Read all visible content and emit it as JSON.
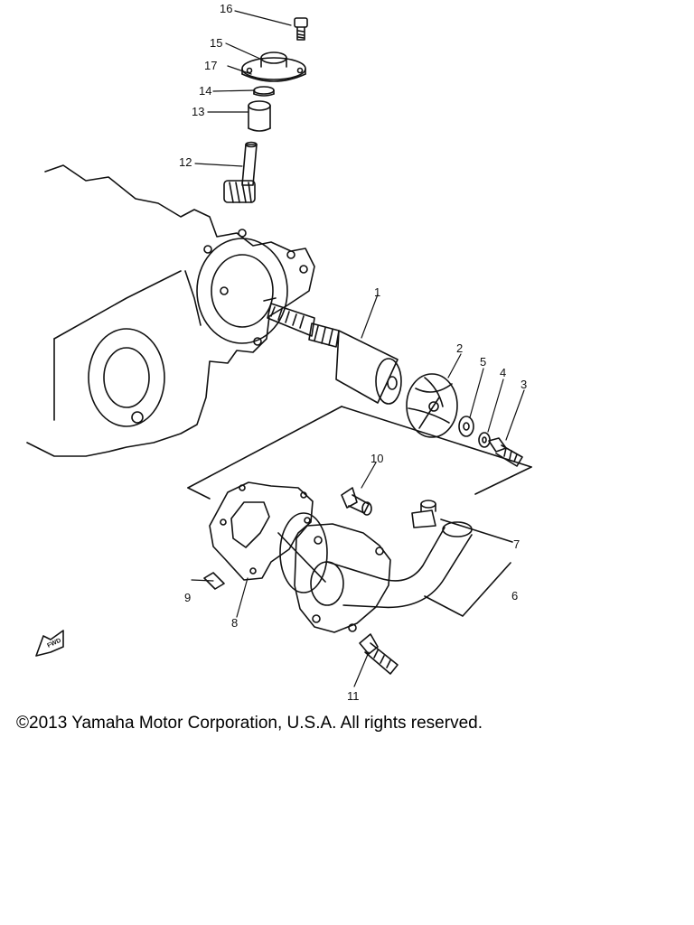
{
  "callouts": {
    "c1": "1",
    "c2": "2",
    "c3": "3",
    "c4": "4",
    "c5": "5",
    "c6": "6",
    "c7": "7",
    "c8": "8",
    "c9": "9",
    "c10": "10",
    "c11": "11",
    "c12": "12",
    "c13": "13",
    "c14": "14",
    "c15": "15",
    "c16": "16",
    "c17": "17"
  },
  "badge": "FWD",
  "copyright": "©2013 Yamaha Motor Corporation, U.S.A. All rights reserved."
}
